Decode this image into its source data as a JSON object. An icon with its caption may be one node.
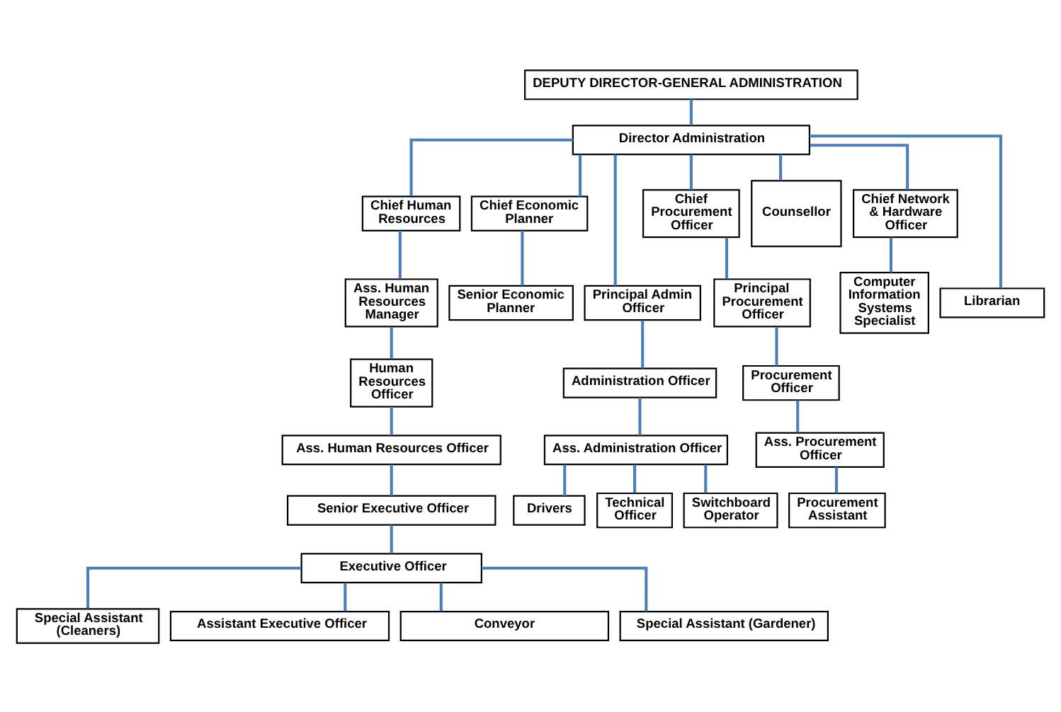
{
  "diagram": {
    "nodes": [
      {
        "text": [
          "DEPUTY DIRECTOR-GENERAL ADMINISTRATION"
        ]
      },
      {
        "text": [
          "Director Administration"
        ]
      },
      {
        "text": [
          "Chief Human Resources"
        ]
      },
      {
        "text": [
          "Chief Economic Planner"
        ]
      },
      {
        "text": [
          "Chief Procurement Officer"
        ]
      },
      {
        "text": [
          "Counsellor"
        ]
      },
      {
        "text": [
          "Chief Network & Hardware Officer"
        ]
      },
      {
        "text": [
          "Ass. Human Resources Manager"
        ]
      },
      {
        "text": [
          "Senior Economic Planner"
        ]
      },
      {
        "text": [
          "Principal Admin Officer"
        ]
      },
      {
        "text": [
          "Principal Procurement Officer"
        ]
      },
      {
        "text": [
          "Computer Information Systems Specialist"
        ]
      },
      {
        "text": [
          "Librarian"
        ]
      },
      {
        "text": [
          "Human Resources Officer"
        ]
      },
      {
        "text": [
          "Administration Officer"
        ]
      },
      {
        "text": [
          "Procurement Officer"
        ]
      },
      {
        "text": [
          "Ass. Human Resources Officer"
        ]
      },
      {
        "text": [
          "Ass. Administration Officer"
        ]
      },
      {
        "text": [
          "Ass. Procurement Officer"
        ]
      },
      {
        "text": [
          "Senior Executive Officer"
        ]
      },
      {
        "text": [
          "Executive Officer"
        ]
      },
      {
        "text": [
          "Drivers"
        ]
      },
      {
        "text": [
          "Technical Officer"
        ]
      },
      {
        "text": [
          "Switchboard Operator"
        ]
      },
      {
        "text": [
          "Procurement Assistant"
        ]
      },
      {
        "text": [
          "Special Assistant (Cleaners)"
        ]
      },
      {
        "text": [
          "Assistant Executive Officer"
        ]
      },
      {
        "text": [
          "Conveyor"
        ]
      },
      {
        "text": [
          "Special Assistant (Gardener)"
        ]
      }
    ],
    "edges": [
      {
        "from": 0,
        "to": 1,
        "arrow": "none"
      },
      {
        "from": 1,
        "to": 2,
        "arrow": "none"
      },
      {
        "from": 1,
        "to": 3,
        "arrow": "none"
      },
      {
        "from": 1,
        "to": 9,
        "arrow": "none"
      },
      {
        "from": 1,
        "to": 4,
        "arrow": "none"
      },
      {
        "from": 1,
        "to": 5,
        "arrow": "none"
      },
      {
        "from": 1,
        "to": 6,
        "arrow": "none"
      },
      {
        "from": 1,
        "to": 12,
        "arrow": "none"
      },
      {
        "from": 2,
        "to": 7,
        "arrow": "none"
      },
      {
        "from": 3,
        "to": 8,
        "arrow": "none"
      },
      {
        "from": 4,
        "to": 10,
        "arrow": "none"
      },
      {
        "from": 6,
        "to": 11,
        "arrow": "none"
      },
      {
        "from": 7,
        "to": 13,
        "arrow": "none"
      },
      {
        "from": 9,
        "to": 14,
        "arrow": "none"
      },
      {
        "from": 10,
        "to": 15,
        "arrow": "none"
      },
      {
        "from": 13,
        "to": 16,
        "arrow": "none"
      },
      {
        "from": 14,
        "to": 17,
        "arrow": "none"
      },
      {
        "from": 15,
        "to": 18,
        "arrow": "none"
      },
      {
        "from": 16,
        "to": 19,
        "arrow": "none"
      },
      {
        "from": 17,
        "to": 21,
        "arrow": "none"
      },
      {
        "from": 17,
        "to": 22,
        "arrow": "none"
      },
      {
        "from": 17,
        "to": 23,
        "arrow": "none"
      },
      {
        "from": 18,
        "to": 24,
        "arrow": "none"
      },
      {
        "from": 19,
        "to": 20,
        "arrow": "none"
      },
      {
        "from": 20,
        "to": 25,
        "arrow": "none"
      },
      {
        "from": 20,
        "to": 26,
        "arrow": "none"
      },
      {
        "from": 20,
        "to": 27,
        "arrow": "none"
      },
      {
        "from": 20,
        "to": 28,
        "arrow": "none"
      }
    ]
  }
}
